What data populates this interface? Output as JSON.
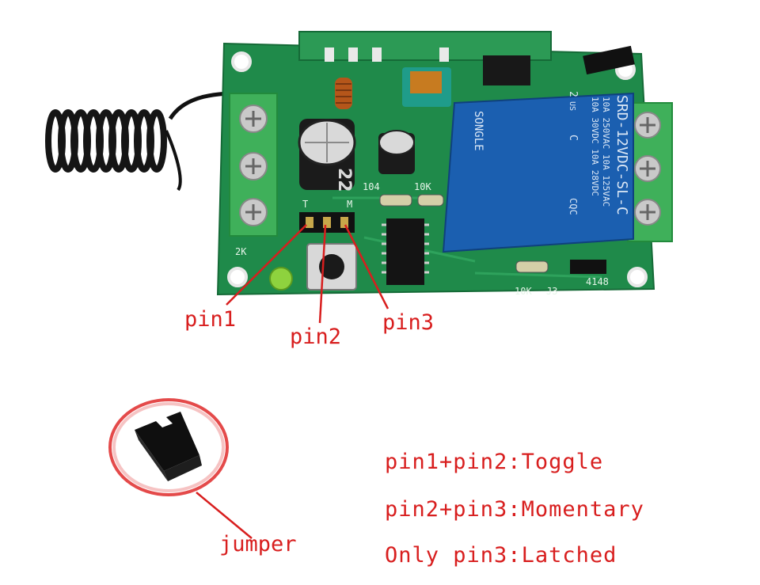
{
  "board": {
    "relay_lines": [
      "SRD-12VDC-SL-C",
      "10A 250VAC  10A 125VAC",
      "10A 30VDC  10A 28VDC"
    ],
    "relay_brand": "SONGLE",
    "relay_misc": [
      "2",
      "US",
      "C",
      "CQC"
    ],
    "header_marks": [
      "T",
      "M"
    ],
    "silkscreen": [
      "104",
      "10K",
      "2K",
      "10K",
      "J3",
      "4148"
    ],
    "capacitor_label": "22",
    "body_color": "#1f8a4a",
    "relay_color": "#1b5fb0"
  },
  "callouts": {
    "pin1": "pin1",
    "pin2": "pin2",
    "pin3": "pin3",
    "jumper": "jumper"
  },
  "modes": [
    {
      "pins": "pin1+pin2:",
      "mode": "Toggle"
    },
    {
      "pins": "pin2+pin3:",
      "mode": "Momentary"
    },
    {
      "pins": "Only pin3:",
      "mode": "Latched"
    }
  ],
  "colors": {
    "annotation": "#d81e1e"
  }
}
